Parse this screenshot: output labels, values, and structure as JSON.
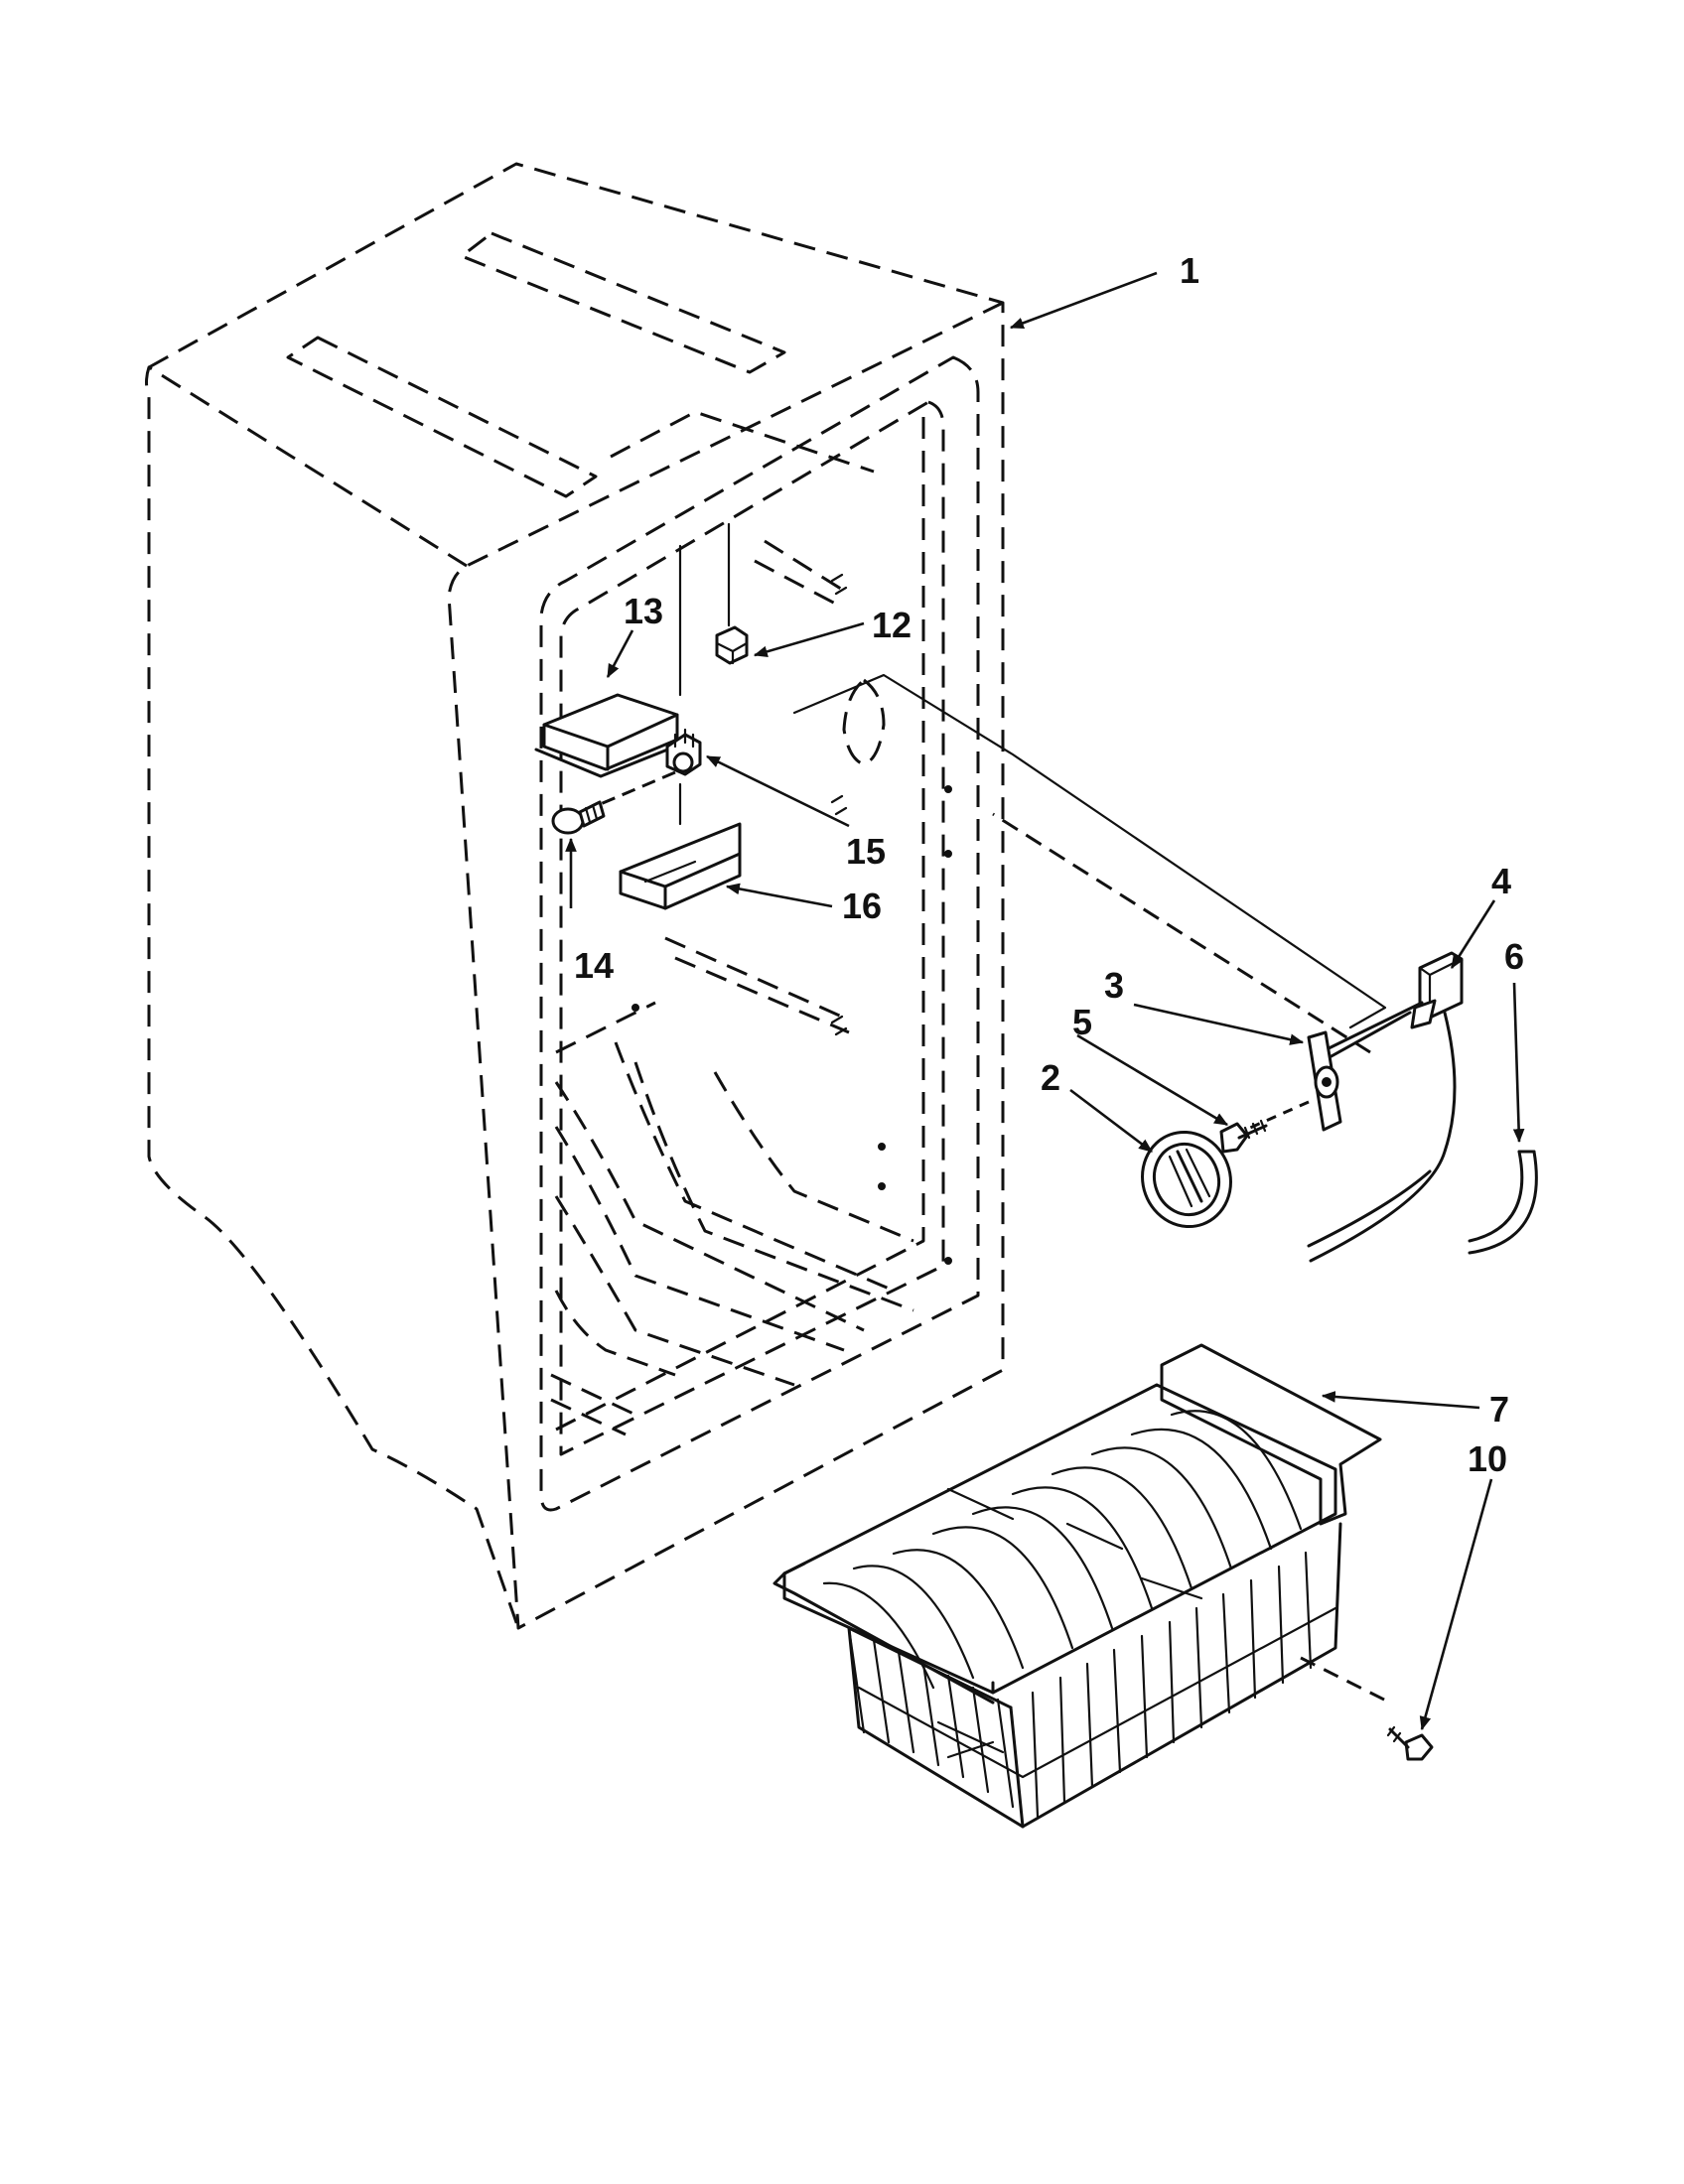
{
  "callouts": [
    {
      "id": "1",
      "label": "1"
    },
    {
      "id": "2",
      "label": "2"
    },
    {
      "id": "3",
      "label": "3"
    },
    {
      "id": "4",
      "label": "4"
    },
    {
      "id": "5",
      "label": "5"
    },
    {
      "id": "6",
      "label": "6"
    },
    {
      "id": "7",
      "label": "7"
    },
    {
      "id": "10",
      "label": "10"
    },
    {
      "id": "12",
      "label": "12"
    },
    {
      "id": "13",
      "label": "13"
    },
    {
      "id": "14",
      "label": "14"
    },
    {
      "id": "15",
      "label": "15"
    },
    {
      "id": "16",
      "label": "16"
    }
  ],
  "colors": {
    "ink": "#111111",
    "paper": "#ffffff"
  }
}
